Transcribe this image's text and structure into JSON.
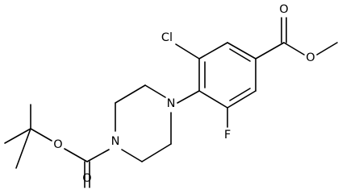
{
  "structure": {
    "atoms": {
      "chlorine": "Cl",
      "fluorine": "F",
      "piperazine_n_aryl": "N",
      "piperazine_n_boc": "N",
      "ester_carbonyl_o": "O",
      "ester_ether_o": "O",
      "boc_carbonyl_o": "O",
      "boc_ether_o": "O"
    }
  }
}
